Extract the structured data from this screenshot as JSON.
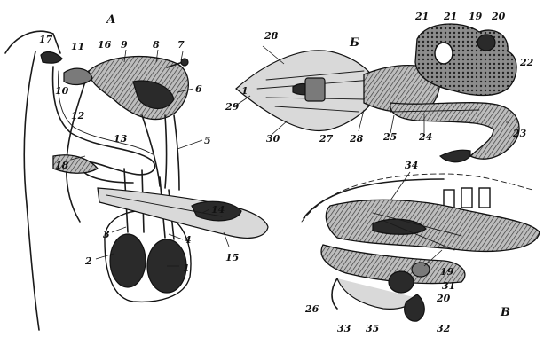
{
  "panels": {
    "a": "А",
    "b": "Б",
    "c": "В"
  },
  "labels": {
    "n1": "1",
    "n2": "2",
    "n3": "3",
    "n4": "4",
    "n5": "5",
    "n6": "6",
    "n7": "7",
    "n8": "8",
    "n9": "9",
    "n10": "10",
    "n11": "11",
    "n12": "12",
    "n13": "13",
    "n14": "14",
    "n15": "15",
    "n16": "16",
    "n17": "17",
    "n18": "18",
    "n19a": "19",
    "n19b": "19",
    "n20a": "20",
    "n20b": "20",
    "n21a": "21",
    "n21b": "21",
    "n22": "22",
    "n23": "23",
    "n24": "24",
    "n25": "25",
    "n26": "26",
    "n27": "27",
    "n28a": "28",
    "n28b": "28",
    "n29": "29",
    "n30": "30",
    "n31": "31",
    "n32": "32",
    "n33": "33",
    "n34": "34",
    "n35": "35",
    "n1b": "1"
  }
}
